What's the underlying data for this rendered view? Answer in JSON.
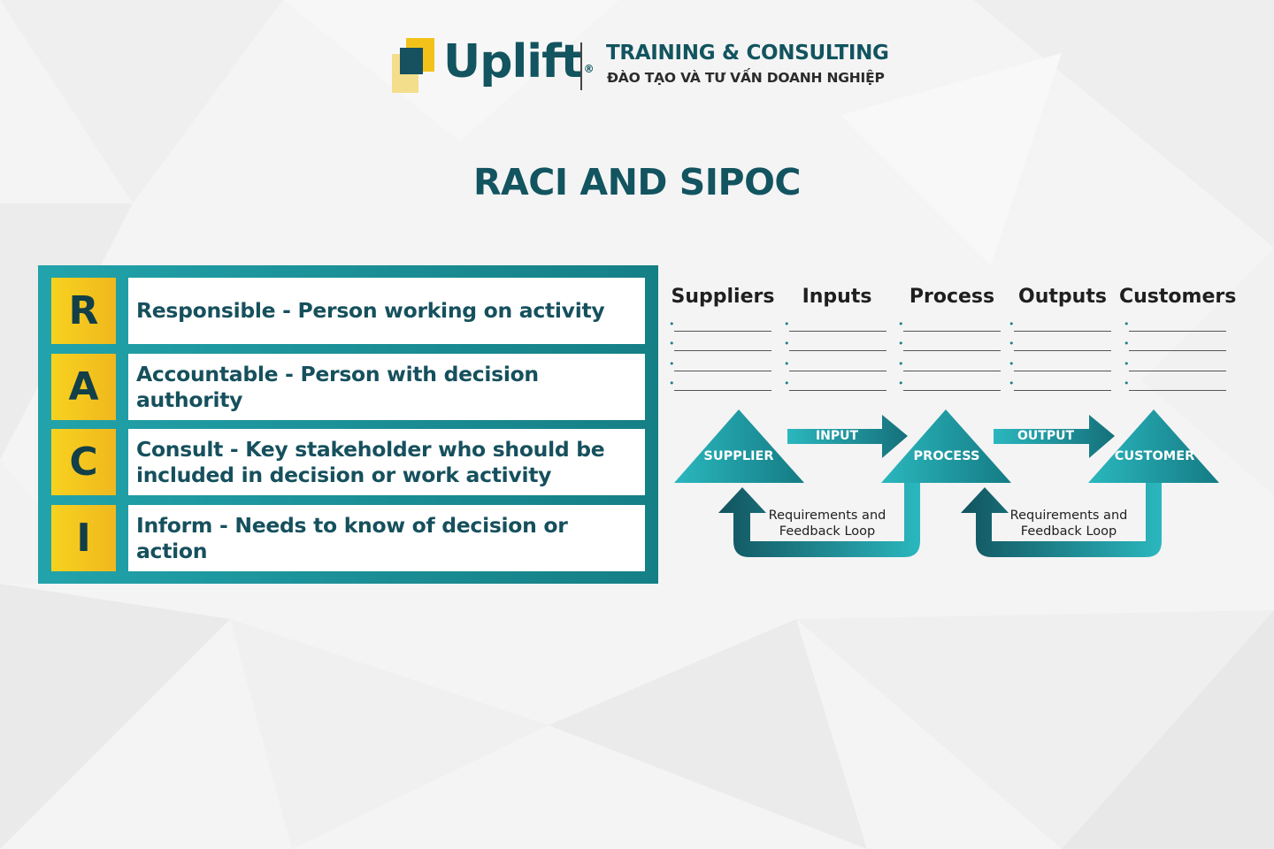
{
  "header": {
    "brand": "Uplift",
    "registered": "®",
    "tagline": "TRAINING & CONSULTING",
    "subtagline": "ĐÀO TẠO VÀ TƯ VẤN DOANH NGHIỆP"
  },
  "title": "RACI AND SIPOC",
  "raci": [
    {
      "letter": "R",
      "text": "Responsible - Person working on activity"
    },
    {
      "letter": "A",
      "text": "Accountable - Person with decision authority"
    },
    {
      "letter": "C",
      "text": "Consult - Key stakeholder who should be included in decision or work activity"
    },
    {
      "letter": "I",
      "text": "Inform - Needs to know of decision or action"
    }
  ],
  "sipoc": {
    "columns": [
      "Suppliers",
      "Inputs",
      "Process",
      "Outputs",
      "Customers"
    ],
    "stages": [
      "SUPPLIER",
      "PROCESS",
      "CUSTOMER"
    ],
    "arrows": [
      "INPUT",
      "OUTPUT"
    ],
    "loops": [
      {
        "line1": "Requirements and",
        "line2": "Feedback Loop"
      },
      {
        "line1": "Requirements and",
        "line2": "Feedback Loop"
      }
    ]
  },
  "colors": {
    "teal_dark": "#12545f",
    "teal": "#1a8c93",
    "teal_light": "#2bb7be",
    "yellow": "#f2c21b"
  }
}
